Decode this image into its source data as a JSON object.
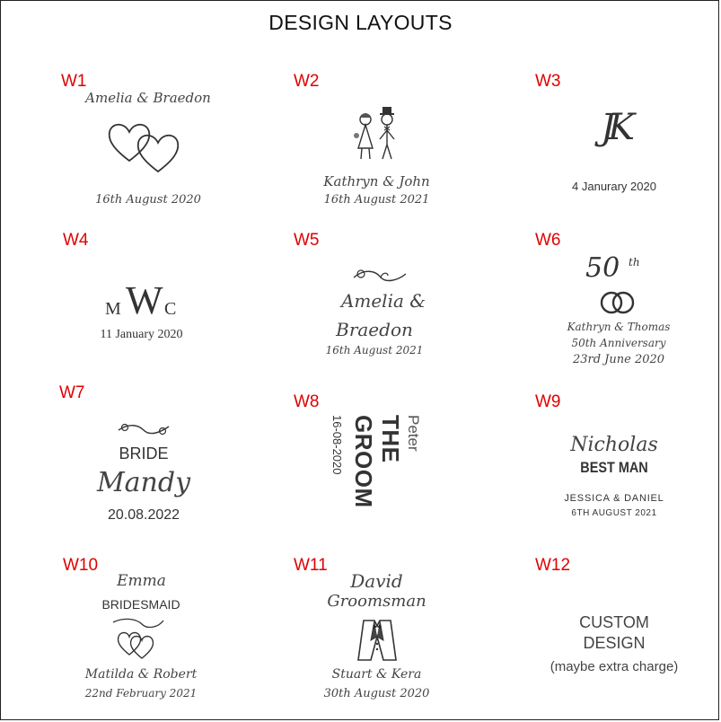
{
  "title": "DESIGN LAYOUTS",
  "accent_color": "#e00000",
  "designs": [
    {
      "code": "W1",
      "names": "Amelia & Braedon",
      "date": "16th August 2020",
      "icon": "double-hearts-icon"
    },
    {
      "code": "W2",
      "names": "Kathryn & John",
      "date": "16th August 2021",
      "icon": "bride-groom-icon"
    },
    {
      "code": "W3",
      "monogram": "JK",
      "date": "4 Janurary 2020"
    },
    {
      "code": "W4",
      "monogram_left": "M",
      "monogram_center": "W",
      "monogram_right": "C",
      "date": "11 January 2020"
    },
    {
      "code": "W5",
      "name_1": "Amelia &",
      "name_2": "Braedon",
      "date": "16th August 2021",
      "icon": "flourish-icon"
    },
    {
      "code": "W6",
      "number": "50",
      "suffix": "th",
      "names": "Kathryn & Thomas",
      "occasion": "50th Anniversary",
      "date": "23rd June 2020",
      "icon": "rings-icon"
    },
    {
      "code": "W7",
      "role": "BRIDE",
      "name": "Mandy",
      "date": "20.08.2022",
      "icon": "flourish-icon"
    },
    {
      "code": "W8",
      "name": "Peter",
      "role": "THE GROOM",
      "date": "16-08-2020"
    },
    {
      "code": "W9",
      "name": "Nicholas",
      "role": "BEST MAN",
      "couple": "JESSICA & DANIEL",
      "date": "6TH AUGUST 2021"
    },
    {
      "code": "W10",
      "name": "Emma",
      "role": "BRIDESMAID",
      "couple": "Matilda & Robert",
      "date": "22nd February 2021",
      "icon": "flourish-hearts-icon"
    },
    {
      "code": "W11",
      "name": "David",
      "role": "Groomsman",
      "couple": "Stuart & Kera",
      "date": "30th August 2020",
      "icon": "tuxedo-icon"
    },
    {
      "code": "W12",
      "line_1": "CUSTOM",
      "line_2": "DESIGN",
      "note": "(maybe extra charge)"
    }
  ]
}
